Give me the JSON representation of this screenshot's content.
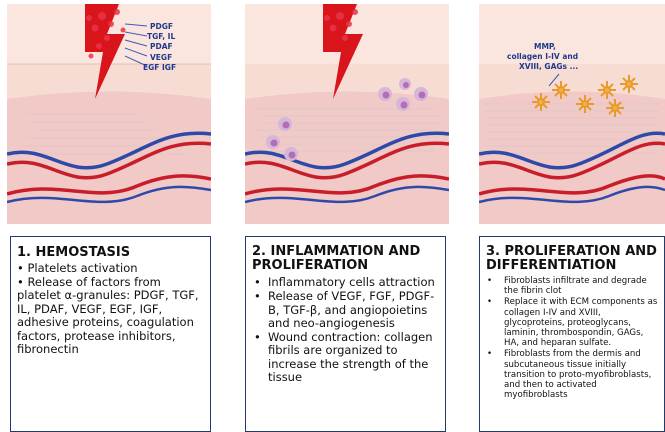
{
  "panels": {
    "p1_factors": [
      "PDGF",
      "TGF, IL",
      "PDAF",
      "VEGF",
      "EGF IGF"
    ],
    "p3_factors": [
      "MMP,",
      "collagen I-IV and",
      "XVIII, GAGs ..."
    ]
  },
  "stage1": {
    "title": "1.  HEMOSTASIS",
    "lines": [
      "• Platelets activation",
      "• Release of factors from",
      "platelet α-granules: PDGF, TGF,",
      "IL, PDAF, VEGF, EGF, IGF,",
      "adhesive proteins, coagulation",
      "factors, protease inhibitors,",
      "fibronectin"
    ]
  },
  "stage2": {
    "title": "2. INFLAMMATION AND PROLIFERATION",
    "items": [
      "Inflammatory cells attraction",
      "Release of VEGF, FGF, PDGF-B, TGF-β, and angiopoietins and neo-angiogenesis",
      "Wound contraction: collagen fibrils are organized to increase the strength of the tissue"
    ]
  },
  "stage3": {
    "title": "3. PROLIFERATION AND DIFFERENTIATION",
    "items": [
      "Fibroblasts  infiltrate and degrade the fibrin  clot",
      "Replace it with ECM components as collagen I-IV and XVIII, glycoproteins, proteoglycans, laminin, thrombospondin, GAGs, HA, and heparan sulfate.",
      "Fibroblasts  from the dermis and subcutaneous tissue initially transition to proto-myofibroblasts,  and then to activated myofibroblasts"
    ]
  },
  "colors": {
    "border": "#1f3a6b",
    "skin_top": "#f6d9d2",
    "dermis": "#f3c7c2",
    "lightning": "#d9141b",
    "vessel_blue": "#2e4aa8",
    "vessel_red": "#c81e2a",
    "fibroblast": "#e89a2a",
    "cell": "#d8b6d9"
  }
}
